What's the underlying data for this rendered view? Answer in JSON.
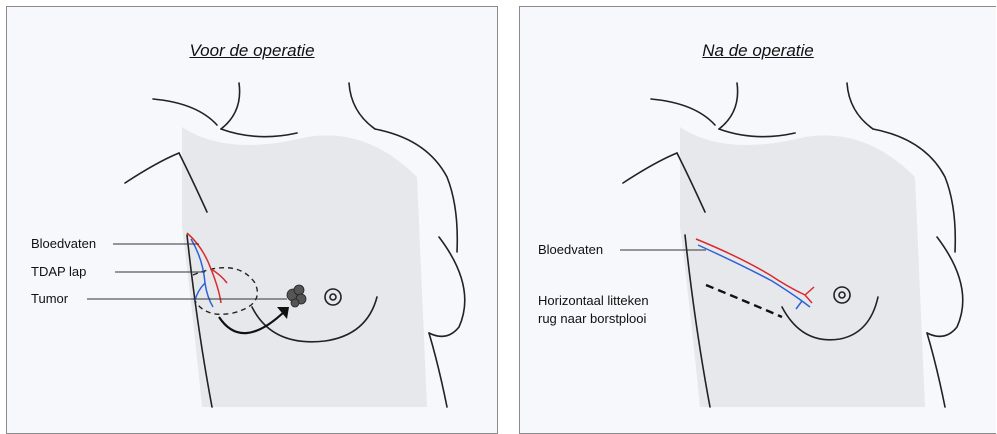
{
  "left": {
    "title": "Voor de operatie",
    "labels": {
      "vessels": "Bloedvaten",
      "flap": "TDAP lap",
      "tumor": "Tumor"
    }
  },
  "right": {
    "title": "Na de operatie",
    "labels": {
      "vessels": "Bloedvaten",
      "scar_line1": "Horizontaal litteken",
      "scar_line2": "rug naar borstplooi"
    }
  },
  "colors": {
    "artery": "#d92b2b",
    "vein": "#2b63d9",
    "outline": "#222222",
    "shading": "#c9cbd1"
  }
}
